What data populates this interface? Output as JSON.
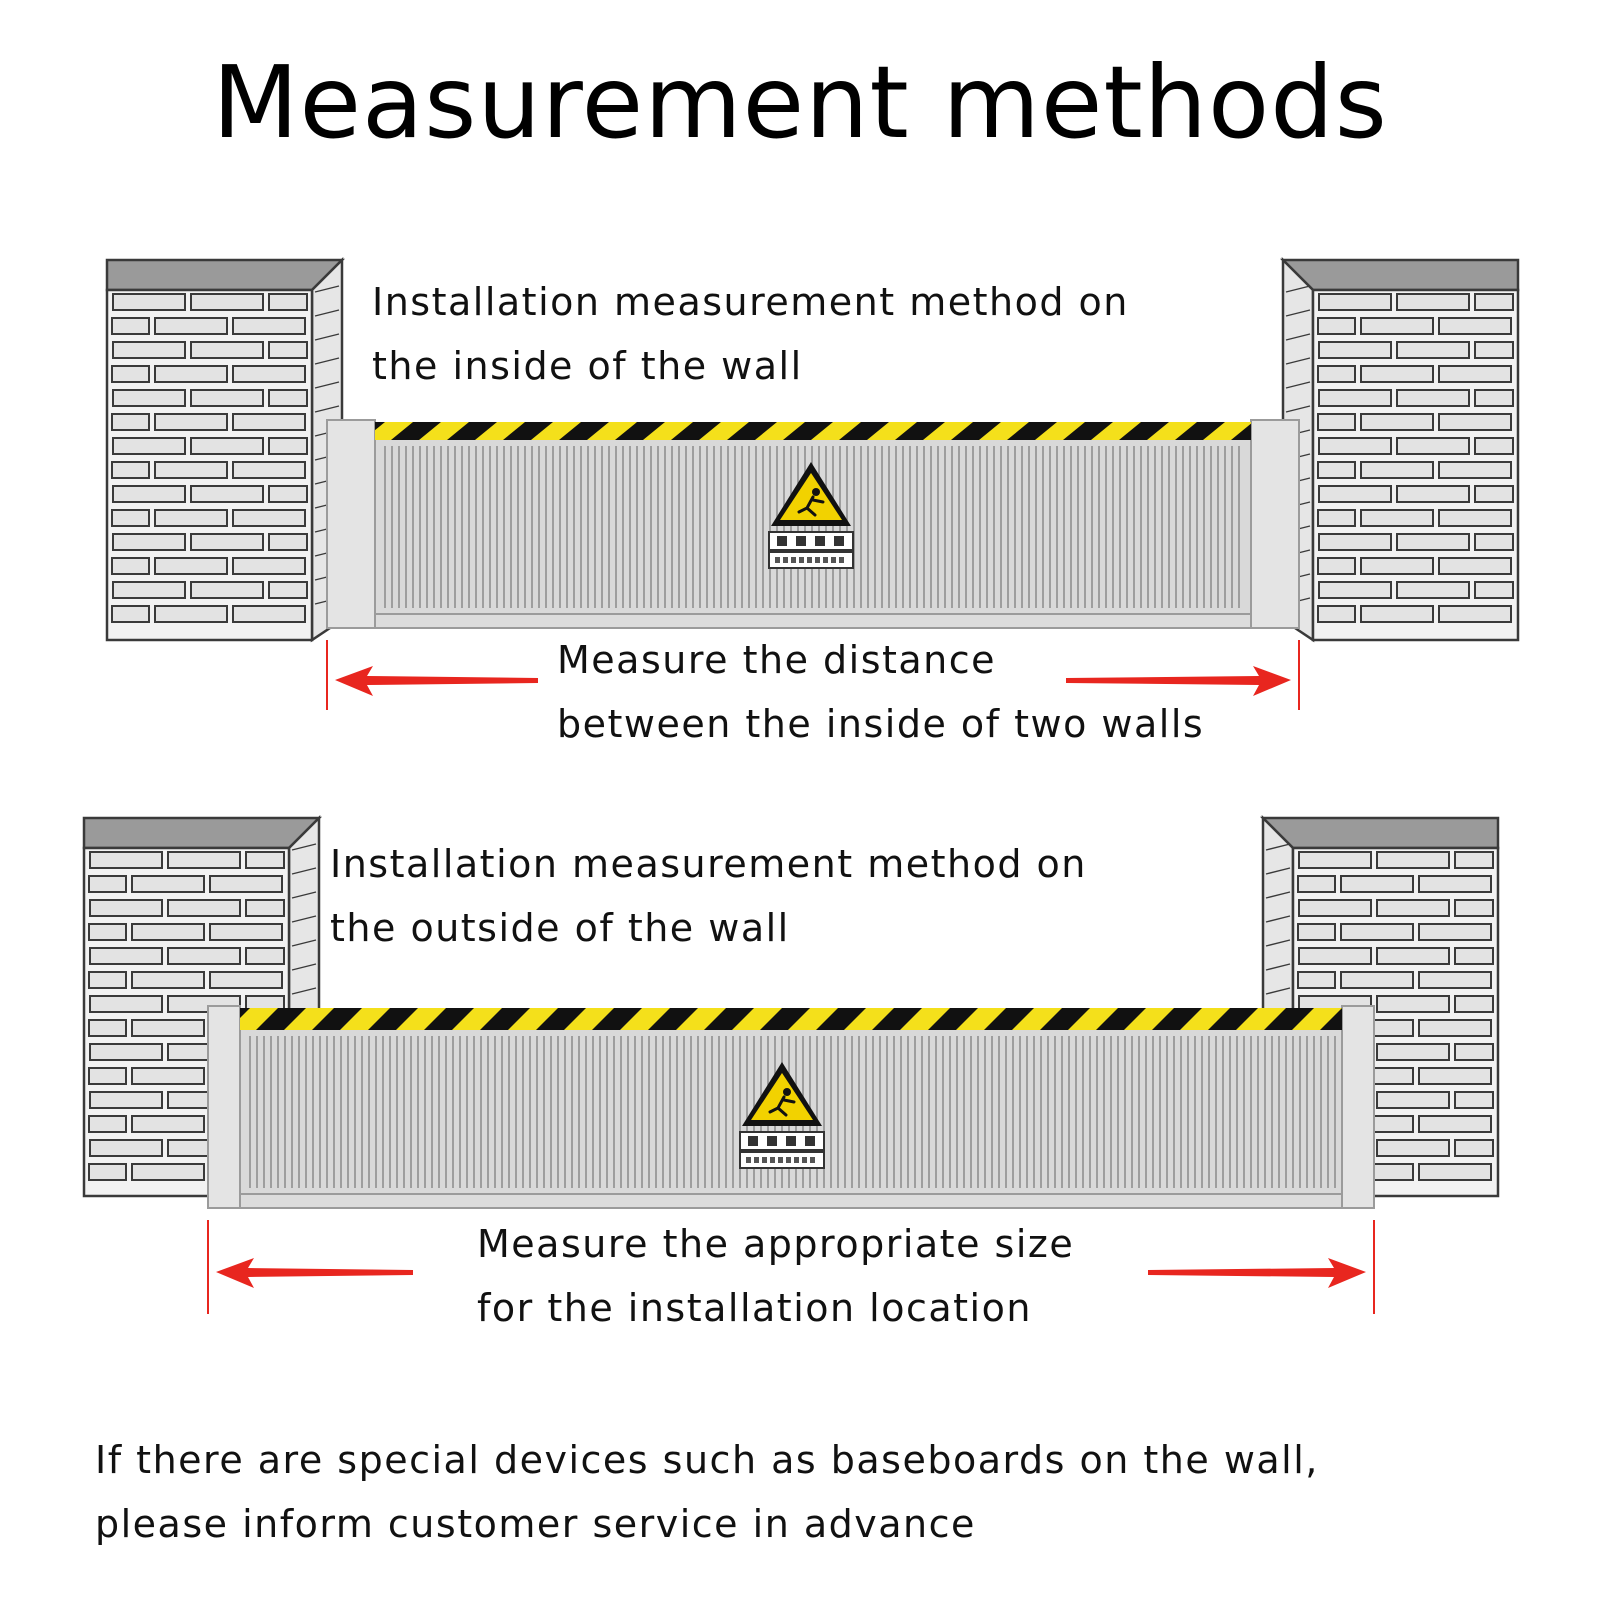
{
  "title": "Measurement methods",
  "colors": {
    "stripe_yellow": "#f4e01b",
    "stripe_black": "#111111",
    "arrow_red": "#e8261f",
    "warning_yellow": "#f2d200",
    "gate_gray": "#d9d9d9",
    "brick_line": "#3a3a3a"
  },
  "sections": [
    {
      "heading_line1": "Installation measurement method on",
      "heading_line2": "the inside of the wall",
      "measure_line1": "Measure the distance",
      "measure_line2": "between the inside of two walls",
      "icons": [
        "brick-pillar-icon",
        "flood-barrier-icon",
        "warning-sign-icon",
        "double-arrow-icon"
      ]
    },
    {
      "heading_line1": "Installation measurement method on",
      "heading_line2": "the outside of the wall",
      "measure_line1": "Measure the appropriate size",
      "measure_line2": "for the installation location",
      "icons": [
        "brick-pillar-icon",
        "flood-barrier-icon",
        "warning-sign-icon",
        "double-arrow-icon"
      ]
    }
  ],
  "note_line1": "If there are special devices such as baseboards on the wall,",
  "note_line2": "please inform customer service in advance"
}
